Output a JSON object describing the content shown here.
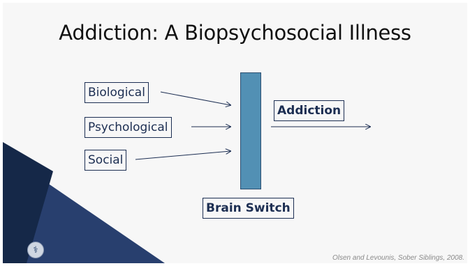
{
  "slide": {
    "title": "Addiction: A Biopsychosocial Illness",
    "citation": "Olsen and Levounis, Sober Siblings, 2008."
  },
  "diagram": {
    "inputs": [
      "Biological",
      "Psychological",
      "Social"
    ],
    "switch_label": "Brain Switch",
    "output_label": "Addiction"
  },
  "colors": {
    "navy": "#1c2e52",
    "switch_fill": "#5290b4",
    "background": "#f7f7f7"
  },
  "icons": [
    "logo-seal-icon"
  ]
}
